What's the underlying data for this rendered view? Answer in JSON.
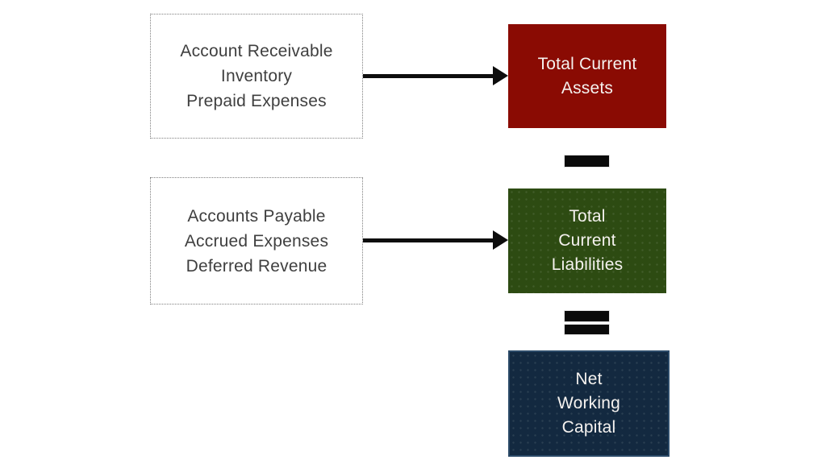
{
  "diagram": {
    "background_color": "#ffffff",
    "input_boxes": {
      "assets_inputs": {
        "lines": [
          "Account Receivable",
          "Inventory",
          "Prepaid Expenses"
        ]
      },
      "liabilities_inputs": {
        "lines": [
          "Accounts Payable",
          "Accrued Expenses",
          "Deferred Revenue"
        ]
      }
    },
    "result_boxes": {
      "total_current_assets": {
        "lines": [
          "Total Current",
          "Assets"
        ],
        "color": "#8a0b03"
      },
      "total_current_liabilities": {
        "lines": [
          "Total",
          "Current",
          "Liabilities"
        ],
        "color": "#2d4b12"
      },
      "net_working_capital": {
        "lines": [
          "Net",
          "Working",
          "Capital"
        ],
        "color": "#132940",
        "border_color": "#2b4a68"
      }
    },
    "operators": [
      {
        "name": "minus-icon",
        "symbol": "−"
      },
      {
        "name": "equals-icon",
        "symbol": "="
      }
    ],
    "colors": {
      "input_text": "#3f3f3f",
      "input_border": "#7f7f7f",
      "result_text": "#f5f2ef",
      "arrow": "#0d0d0d",
      "operator": "#0a0a0a"
    }
  }
}
